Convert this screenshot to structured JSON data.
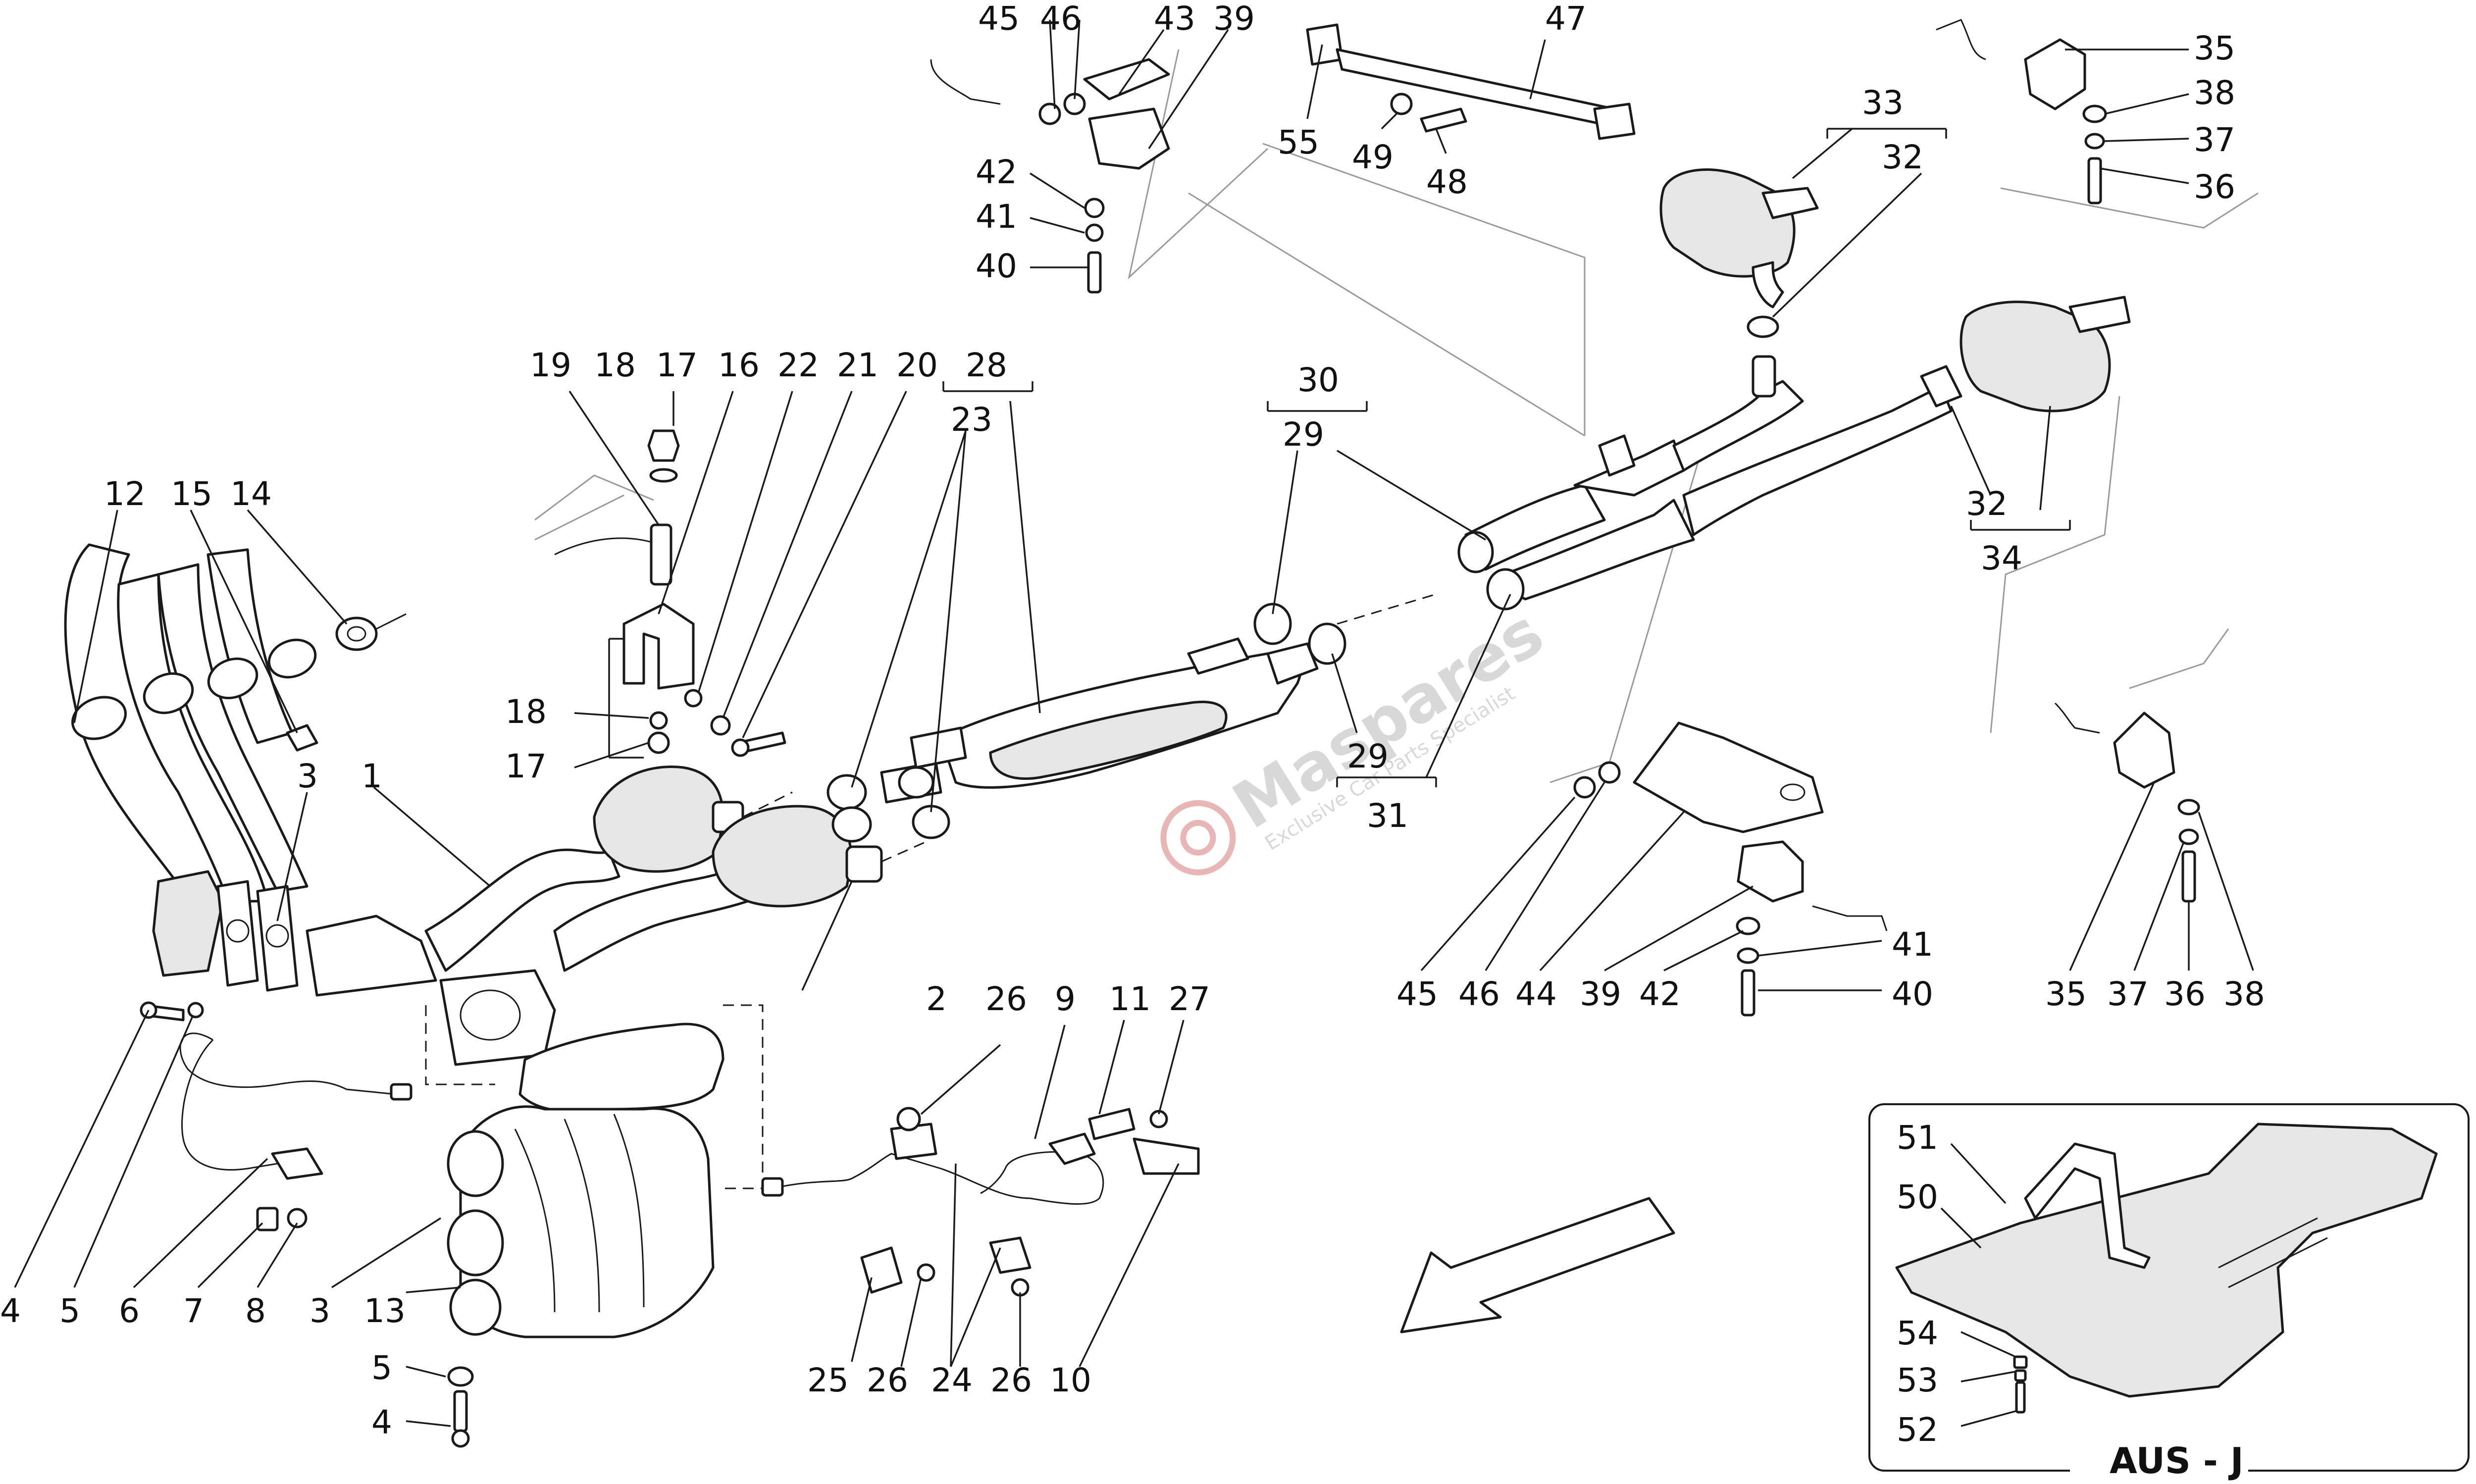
{
  "labels": {
    "l1": "1",
    "l2": "2",
    "l3a": "3",
    "l3b": "3",
    "l4a": "4",
    "l4b": "4",
    "l5a": "5",
    "l5b": "5",
    "l6": "6",
    "l7": "7",
    "l8": "8",
    "l9": "9",
    "l10": "10",
    "l11": "11",
    "l12": "12",
    "l13": "13",
    "l14": "14",
    "l15": "15",
    "l16": "16",
    "l17a": "17",
    "l17b": "17",
    "l18a": "18",
    "l18b": "18",
    "l19": "19",
    "l20": "20",
    "l21": "21",
    "l22": "22",
    "l23": "23",
    "l24": "24",
    "l25": "25",
    "l26a": "26",
    "l26b": "26",
    "l26c": "26",
    "l27": "27",
    "l28": "28",
    "l29a": "29",
    "l29b": "29",
    "l30": "30",
    "l31": "31",
    "l32a": "32",
    "l32b": "32",
    "l33": "33",
    "l34": "34",
    "l35a": "35",
    "l35b": "35",
    "l36a": "36",
    "l36b": "36",
    "l37a": "37",
    "l37b": "37",
    "l38a": "38",
    "l38b": "38",
    "l39a": "39",
    "l39b": "39",
    "l40a": "40",
    "l40b": "40",
    "l41a": "41",
    "l41b": "41",
    "l42a": "42",
    "l42b": "42",
    "l43": "43",
    "l44": "44",
    "l45a": "45",
    "l45b": "45",
    "l46a": "46",
    "l46b": "46",
    "l47": "47",
    "l48": "48",
    "l49": "49",
    "l50": "50",
    "l51": "51",
    "l52": "52",
    "l53": "53",
    "l54": "54",
    "l55": "55"
  },
  "inset": {
    "title": "AUS - J"
  },
  "watermark": {
    "brand": "Maspares",
    "tagline": "Exclusive Car Parts Specialist"
  },
  "colors": {
    "line": "#1a1a1a",
    "watermark_grey": "#d8d8d8",
    "watermark_red": "#e9b6b6"
  }
}
